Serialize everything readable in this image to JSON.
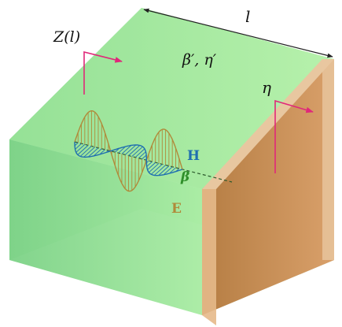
{
  "labels": {
    "length": "l",
    "impedance": "Z(l)",
    "slab_params": "β′, η′",
    "load_impedance": "η",
    "magnetic_field": "H",
    "propagation_constant": "β",
    "electric_field": "E"
  },
  "colors": {
    "slab": "#7fd98a",
    "load_front": "#c18a4e",
    "load_side": "#e3c090",
    "pink_axes": "#e0287a",
    "h_wave": "#1f6fb0",
    "e_wave": "#b08a3a",
    "beta_label": "#2f8f2a",
    "dashed_axis": "#2c5a2c"
  }
}
